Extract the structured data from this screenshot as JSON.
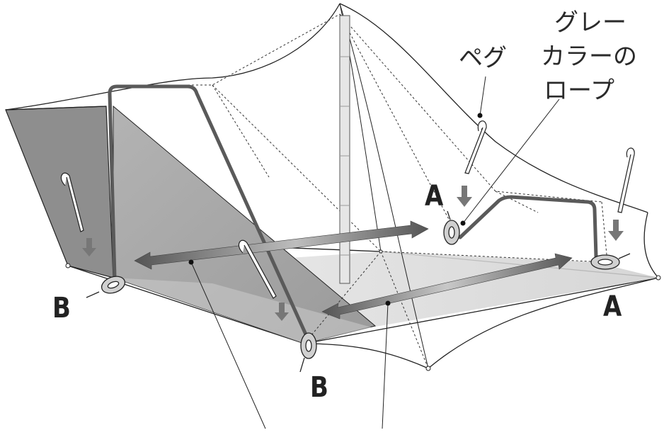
{
  "labels": {
    "peg": "ペグ",
    "rope_line1": "グレー",
    "rope_line2": "カラーの",
    "rope_line3": "ロープ",
    "a_upper": "A",
    "a_right": "A",
    "b_left": "B",
    "b_bottom": "B"
  },
  "colors": {
    "outline": "#222222",
    "fabric_shade": "#8c8c8c",
    "panel_shade": "#a9a9a9",
    "floor_shade": "#d6d6d6",
    "pole_fill": "#e4e4e4",
    "arrow_dark": "#555555",
    "arrow_light": "#c2c2c2"
  },
  "icons": [
    "peg-icon",
    "rope-loop-icon",
    "down-arrow-icon",
    "double-arrow-icon",
    "tent-pole-icon"
  ]
}
